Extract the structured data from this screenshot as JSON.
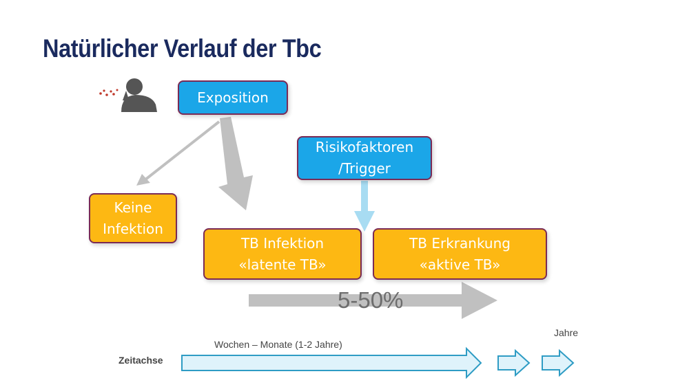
{
  "title": "Natürlicher Verlauf der Tbc",
  "icons": {
    "person": "coughing-person-icon"
  },
  "boxes": {
    "exposition": "Exposition",
    "risk_line1": "Risikofaktoren",
    "risk_line2": "/Trigger",
    "keine_line1": "Keine",
    "keine_line2": "Infektion",
    "infektion_line1": "TB Infektion",
    "infektion_line2": "«latente TB»",
    "erkrankung_line1": "TB Erkrankung",
    "erkrankung_line2": "«aktive TB»"
  },
  "progression_percent": "5-50%",
  "timeline": {
    "axis_label": "Zeitachse",
    "weeks_label": "Wochen – Monate (1-2 Jahre)",
    "years_label": "Jahre"
  },
  "colors": {
    "title": "#1a2a5e",
    "blue_box": "#1ba6e8",
    "orange_box": "#fdb813",
    "box_border": "#7a2a55",
    "grey_arrow": "#c0c0c0",
    "light_blue_arrow": "#a8dcf2",
    "timeline_arrow_fill": "#dff3fb",
    "timeline_arrow_stroke": "#2e9cc4"
  }
}
